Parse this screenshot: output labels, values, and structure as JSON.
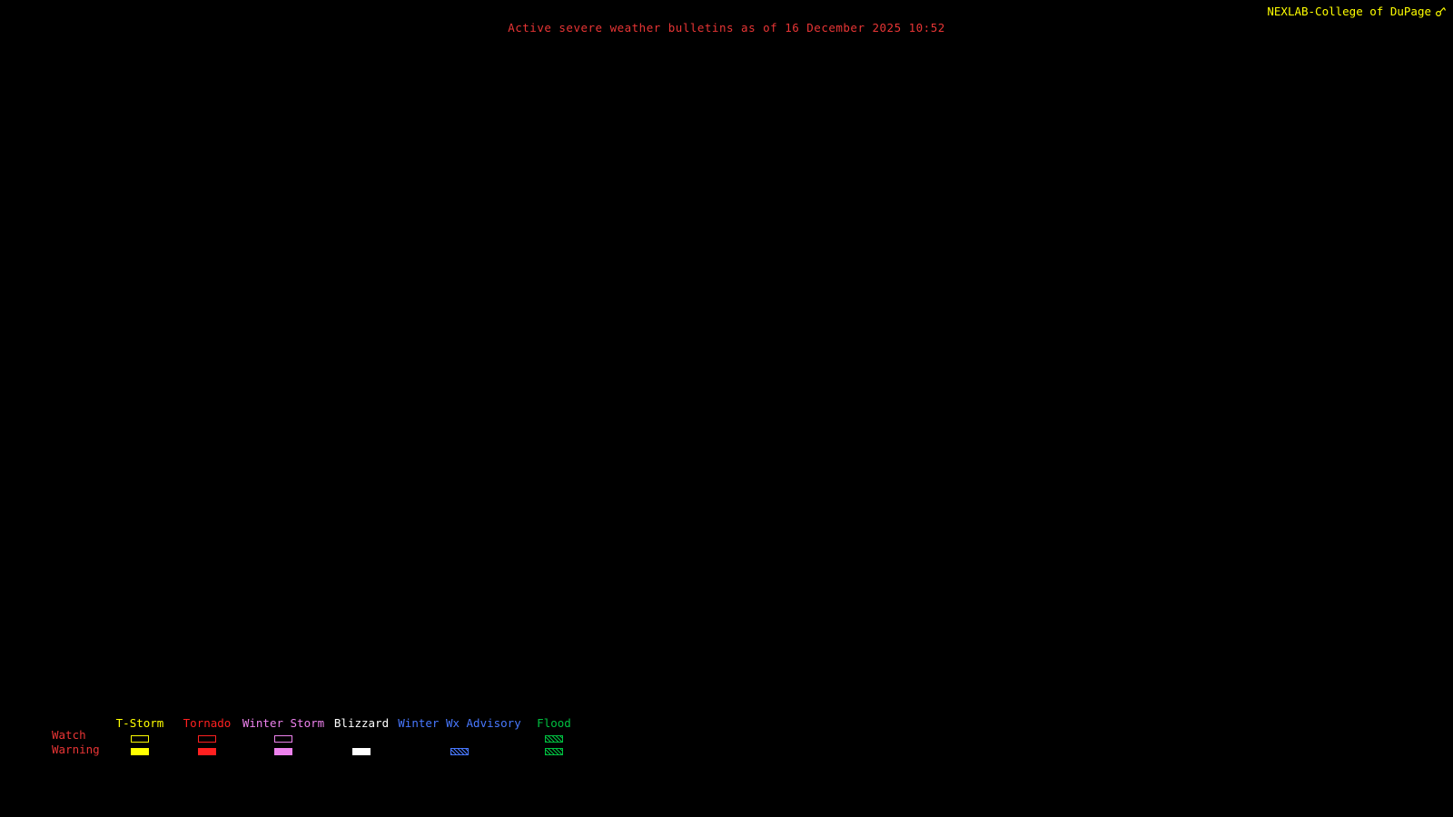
{
  "header": {
    "bulletin_title": "Active severe weather bulletins as of 16 December 2025 10:52",
    "brand": "NEXLAB-College of DuPage"
  },
  "colors": {
    "background": "#000000",
    "title_red": "#e83535",
    "brand_yellow": "#ffff00"
  },
  "legend": {
    "watch_label": "Watch",
    "warning_label": "Warning",
    "columns": [
      {
        "label": "T-Storm",
        "color": "#ffff00",
        "watch": "outline",
        "warning": "fill"
      },
      {
        "label": "Tornado",
        "color": "#ff2020",
        "watch": "outline",
        "warning": "fill"
      },
      {
        "label": "Winter Storm",
        "color": "#ee82ee",
        "watch": "outline",
        "warning": "fill"
      },
      {
        "label": "Blizzard",
        "color": "#ffffff",
        "watch": "none",
        "warning": "fill"
      },
      {
        "label": "Winter Wx Advisory",
        "color": "#4878ff",
        "watch": "none",
        "warning": "hatch"
      },
      {
        "label": "Flood",
        "color": "#00c040",
        "watch": "hatch",
        "warning": "hatch"
      }
    ]
  }
}
